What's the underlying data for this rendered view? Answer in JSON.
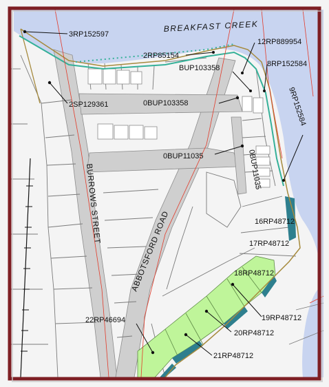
{
  "colors": {
    "water": "#c8d4f0",
    "land": "#f4f4f4",
    "road": "#cfcfcf",
    "parcel_line": "#7a7a7a",
    "highlight": "#bff59a",
    "flood": "#2e7f8e",
    "frame": "#7e1f24",
    "boundary": "#a68a3d",
    "teal": "#34b098",
    "red_line": "#e23b2a"
  },
  "water_name": "BREAKFAST CREEK",
  "streets": [
    "BURROWS STREET",
    "ABBOTSFORD ROAD"
  ],
  "lot_labels": [
    "3RP152597",
    "2RP85154",
    "12RP889954",
    "BUP103358",
    "8RP152584",
    "2SP129361",
    "0BUP103358",
    "9RP152584",
    "0BUP11035",
    "0BUP11035",
    "16RP48712",
    "17RP48712",
    "18RP48712",
    "19RP48712",
    "20RP48712",
    "22RP46694",
    "21RP48712"
  ]
}
